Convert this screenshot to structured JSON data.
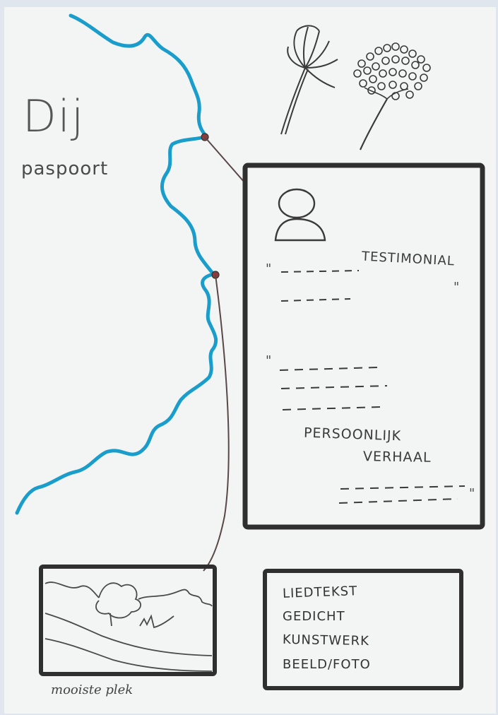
{
  "logo": {
    "text": "Dij"
  },
  "title": {
    "text": "paspoort"
  },
  "profile_card": {
    "heading": "TESTIMONIAL",
    "section_label_1": "PERSOONLIJK",
    "section_label_2": "VERHAAL",
    "quote_mark": "\""
  },
  "photo_card": {
    "caption": "mooiste plek"
  },
  "media_card": {
    "items": [
      {
        "label": "LIEDTEKST"
      },
      {
        "label": "GEDICHT"
      },
      {
        "label": "KUNSTWERK"
      },
      {
        "label": "BEELD/FOTO"
      }
    ]
  },
  "colors": {
    "river": "#1b9dcc",
    "ink": "#3a3a3a",
    "frame": "#2f2f2f",
    "paper": "#f3f4f4"
  },
  "icons": [
    "flower-umbel-icon",
    "flower-cluster-icon",
    "person-icon",
    "landscape-icon",
    "pin-icon"
  ]
}
